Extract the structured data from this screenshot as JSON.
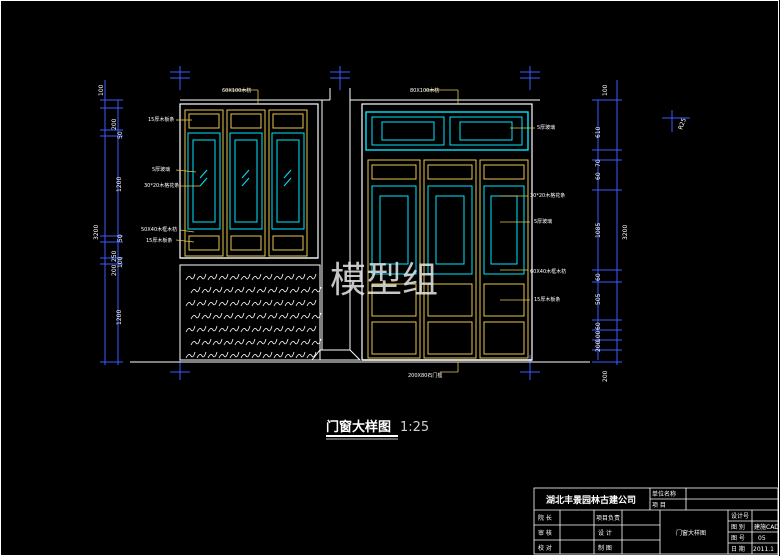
{
  "drawing": {
    "title": "门窗大样图",
    "scale": "1:25",
    "watermark": "模型组"
  },
  "left_dims": [
    "100",
    "200",
    "50",
    "1200",
    "3200",
    "50",
    "250",
    "100",
    "200",
    "1200"
  ],
  "right_dims": [
    "100",
    "610",
    "70",
    "60",
    "1085",
    "3200",
    "60",
    "505",
    "60",
    "100",
    "200",
    "200"
  ],
  "notes": {
    "top_left": "60X100木枋",
    "top_right": "80X100木枋",
    "l1": "15厚木板条",
    "l2": "5厚玻璃",
    "l3": "30*20木格花条",
    "l4": "50X40木框木枋",
    "l5": "15厚木板条",
    "r1": "5厚玻璃",
    "r2": "30*20木格花条",
    "r3": "5厚玻璃",
    "r4": "60X40木框木枋",
    "r5": "15厚木板条",
    "bottom": "200X80石门槛",
    "marker": "R25"
  },
  "title_block": {
    "company": "湖北丰景园林古建公司",
    "project_label": "单位名称",
    "item_label": "项  目",
    "rows": [
      {
        "a": "院  长",
        "b": "项目负责"
      },
      {
        "a": "审  核",
        "b": "设  计"
      },
      {
        "a": "校  对",
        "b": "制  图"
      }
    ],
    "drawing_name": "门窗大样图",
    "right_labels": [
      "设计号",
      "图  别",
      "图  号",
      "日  期"
    ],
    "right_values": [
      "",
      "建施CAD",
      "05",
      "2011.1"
    ]
  },
  "colors": {
    "background": "#000000",
    "frame": "#ffffff",
    "cyan": "#00e5ff",
    "yellow": "#e6c84a",
    "dim_blue": "#3a5bff"
  }
}
